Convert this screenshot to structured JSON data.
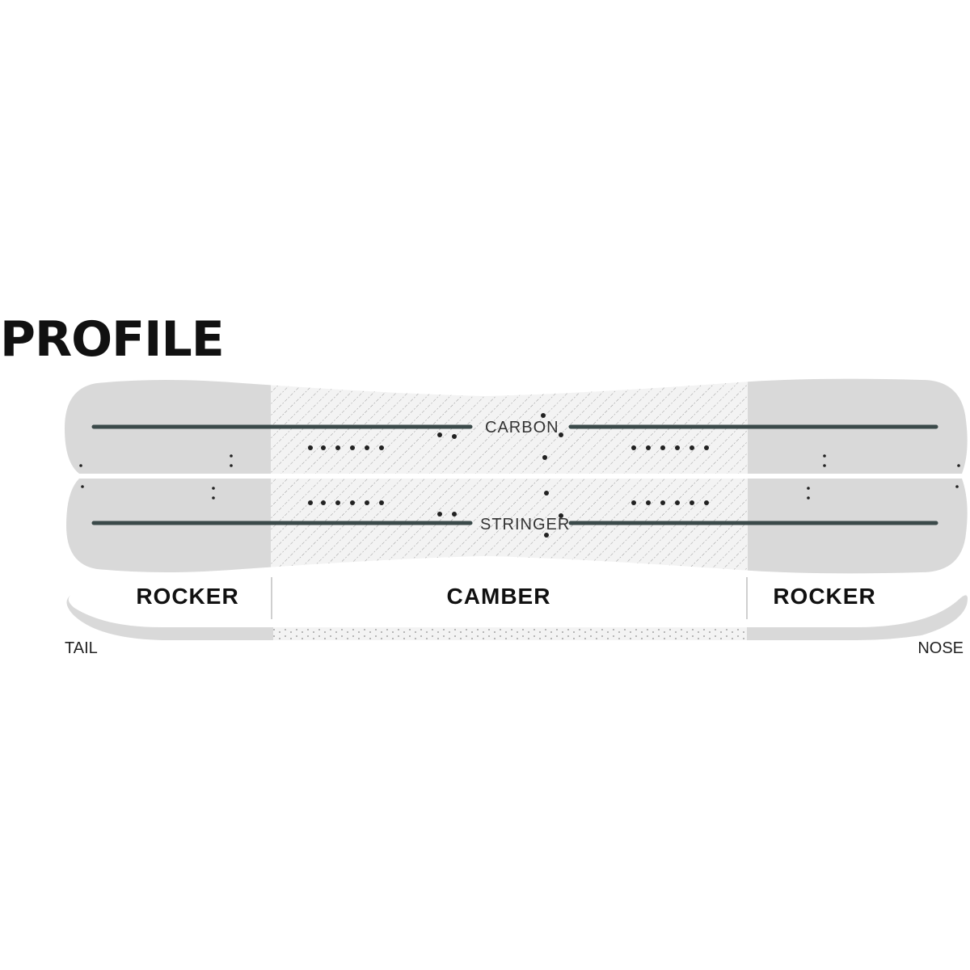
{
  "title": "PROFILE",
  "top_label": "CARBON",
  "bottom_label": "STRINGER",
  "zones": [
    "ROCKER",
    "CAMBER",
    "ROCKER"
  ],
  "tail_label": "TAIL",
  "nose_label": "NOSE",
  "colors": {
    "background": "#ffffff",
    "rocker_fill": "#d9d9d9",
    "camber_fill": "#f3f3f3",
    "hatch": "#9a9a9a",
    "stringer": "#3b4a4a",
    "dots": "#222222",
    "divider": "#cfcfcf"
  }
}
